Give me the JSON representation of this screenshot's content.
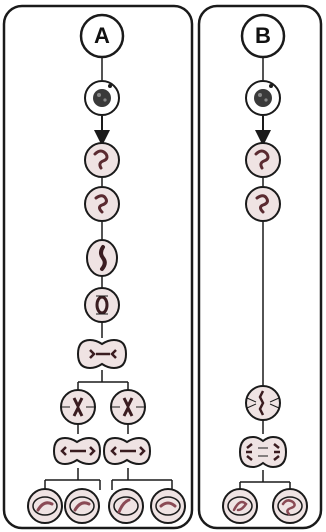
{
  "panels": [
    {
      "id": "A",
      "label": "A"
    },
    {
      "id": "B",
      "label": "B"
    }
  ],
  "colors": {
    "line": "#1a1a1a",
    "cell_fill": "#efe3e3",
    "chromosome": "#5a2a30",
    "chromosome_light": "#b07080",
    "nucleus_dark": "#333333"
  }
}
